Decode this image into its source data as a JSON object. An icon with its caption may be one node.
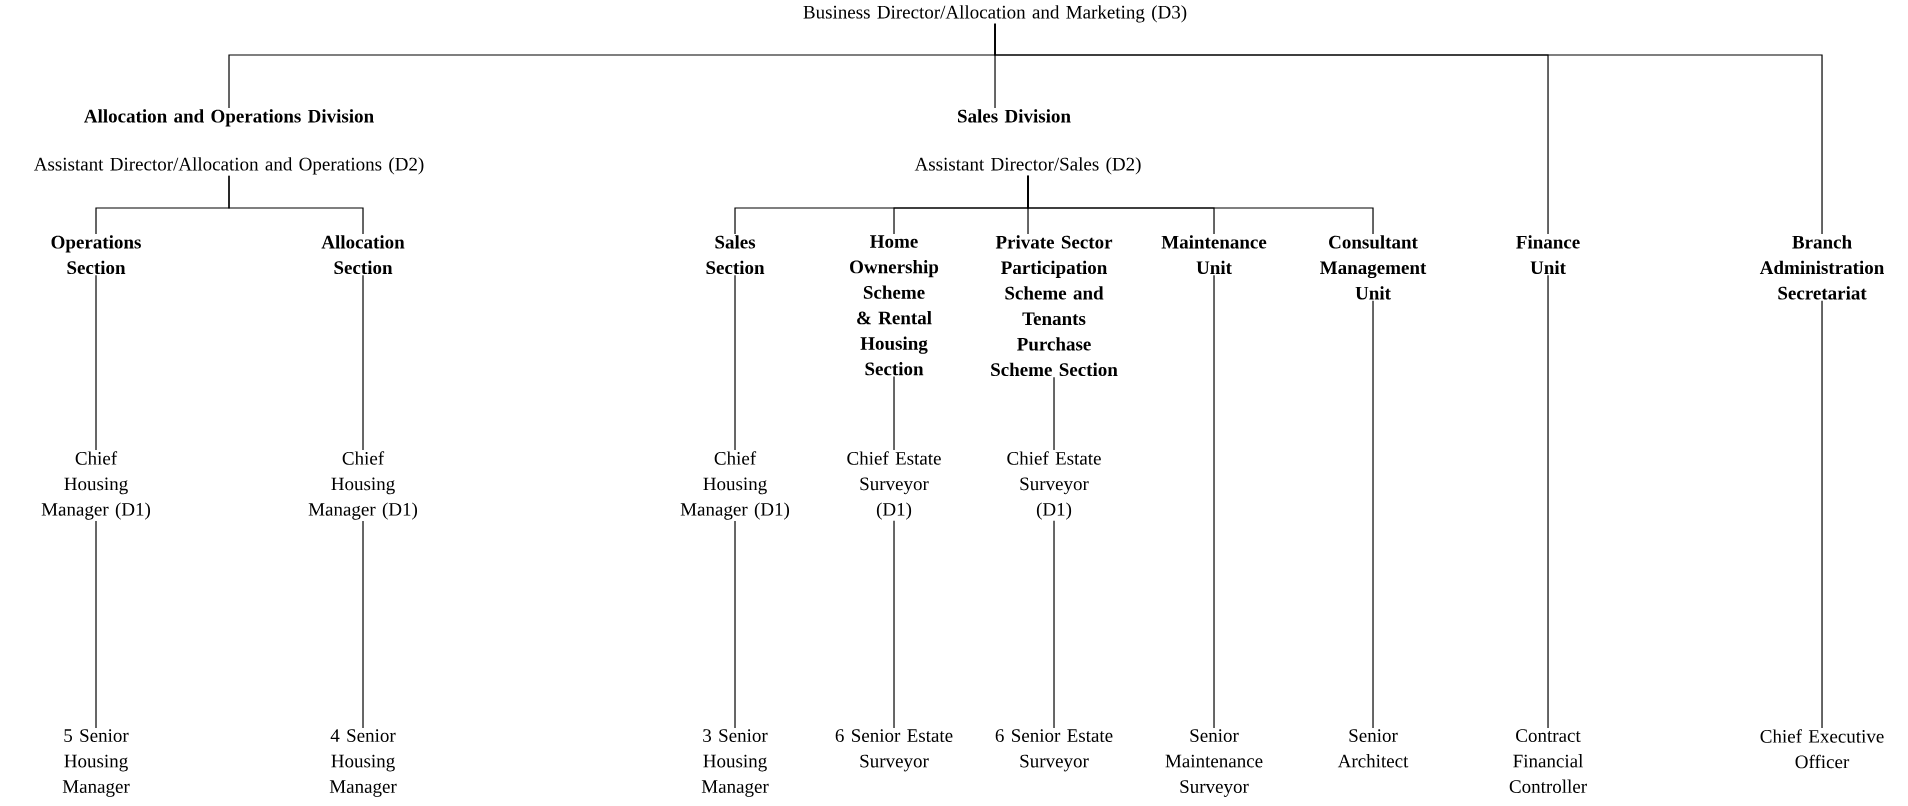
{
  "diagram": {
    "nodes": [
      {
        "text": [
          "Business Director/Allocation and Marketing (D3)"
        ]
      },
      {
        "text": [
          "Allocation and Operations Division"
        ]
      },
      {
        "text": [
          "Sales Division"
        ]
      },
      {
        "text": [
          "Assistant Director/Allocation and Operations (D2)"
        ]
      },
      {
        "text": [
          "Assistant Director/Sales (D2)"
        ]
      },
      {
        "text": [
          "Operations Section"
        ]
      },
      {
        "text": [
          "Allocation Section"
        ]
      },
      {
        "text": [
          "Sales Section"
        ]
      },
      {
        "text": [
          "Home Ownership Scheme & Rental Housing Section"
        ]
      },
      {
        "text": [
          "Private Sector Participation Scheme and Tenants Purchase Scheme Section"
        ]
      },
      {
        "text": [
          "Maintenance Unit"
        ]
      },
      {
        "text": [
          "Consultant Management Unit"
        ]
      },
      {
        "text": [
          "Finance Unit"
        ]
      },
      {
        "text": [
          "Branch Administration Secretariat"
        ]
      },
      {
        "text": [
          "Chief Housing Manager (D1)"
        ]
      },
      {
        "text": [
          "Chief Housing Manager (D1)"
        ]
      },
      {
        "text": [
          "Chief Housing Manager (D1)"
        ]
      },
      {
        "text": [
          "Chief Estate Surveyor (D1)"
        ]
      },
      {
        "text": [
          "Chief Estate Surveyor (D1)"
        ]
      },
      {
        "text": [
          "5 Senior Housing Manager"
        ]
      },
      {
        "text": [
          "4 Senior Housing Manager"
        ]
      },
      {
        "text": [
          "3 Senior Housing Manager"
        ]
      },
      {
        "text": [
          "6 Senior Estate Surveyor"
        ]
      },
      {
        "text": [
          "6 Senior Estate Surveyor"
        ]
      },
      {
        "text": [
          "Senior Maintenance Surveyor"
        ]
      },
      {
        "text": [
          "Senior Architect"
        ]
      },
      {
        "text": [
          "Contract Financial Controller"
        ]
      },
      {
        "text": [
          "Chief Executive Officer"
        ]
      }
    ],
    "edges": [
      {
        "from": 0,
        "to": 1,
        "arrow": "none"
      },
      {
        "from": 0,
        "to": 2,
        "arrow": "none"
      },
      {
        "from": 0,
        "to": 12,
        "arrow": "none"
      },
      {
        "from": 0,
        "to": 13,
        "arrow": "none"
      },
      {
        "from": 3,
        "to": 5,
        "arrow": "none"
      },
      {
        "from": 3,
        "to": 6,
        "arrow": "none"
      },
      {
        "from": 4,
        "to": 7,
        "arrow": "none"
      },
      {
        "from": 4,
        "to": 8,
        "arrow": "none"
      },
      {
        "from": 4,
        "to": 9,
        "arrow": "none"
      },
      {
        "from": 4,
        "to": 10,
        "arrow": "none"
      },
      {
        "from": 4,
        "to": 11,
        "arrow": "none"
      },
      {
        "from": 5,
        "to": 14,
        "arrow": "none"
      },
      {
        "from": 6,
        "to": 15,
        "arrow": "none"
      },
      {
        "from": 7,
        "to": 16,
        "arrow": "none"
      },
      {
        "from": 8,
        "to": 17,
        "arrow": "none"
      },
      {
        "from": 9,
        "to": 18,
        "arrow": "none"
      },
      {
        "from": 14,
        "to": 19,
        "arrow": "none"
      },
      {
        "from": 15,
        "to": 20,
        "arrow": "none"
      },
      {
        "from": 16,
        "to": 21,
        "arrow": "none"
      },
      {
        "from": 17,
        "to": 22,
        "arrow": "none"
      },
      {
        "from": 18,
        "to": 23,
        "arrow": "none"
      },
      {
        "from": 10,
        "to": 24,
        "arrow": "none"
      },
      {
        "from": 11,
        "to": 25,
        "arrow": "none"
      },
      {
        "from": 12,
        "to": 26,
        "arrow": "none"
      },
      {
        "from": 13,
        "to": 27,
        "arrow": "none"
      }
    ]
  }
}
